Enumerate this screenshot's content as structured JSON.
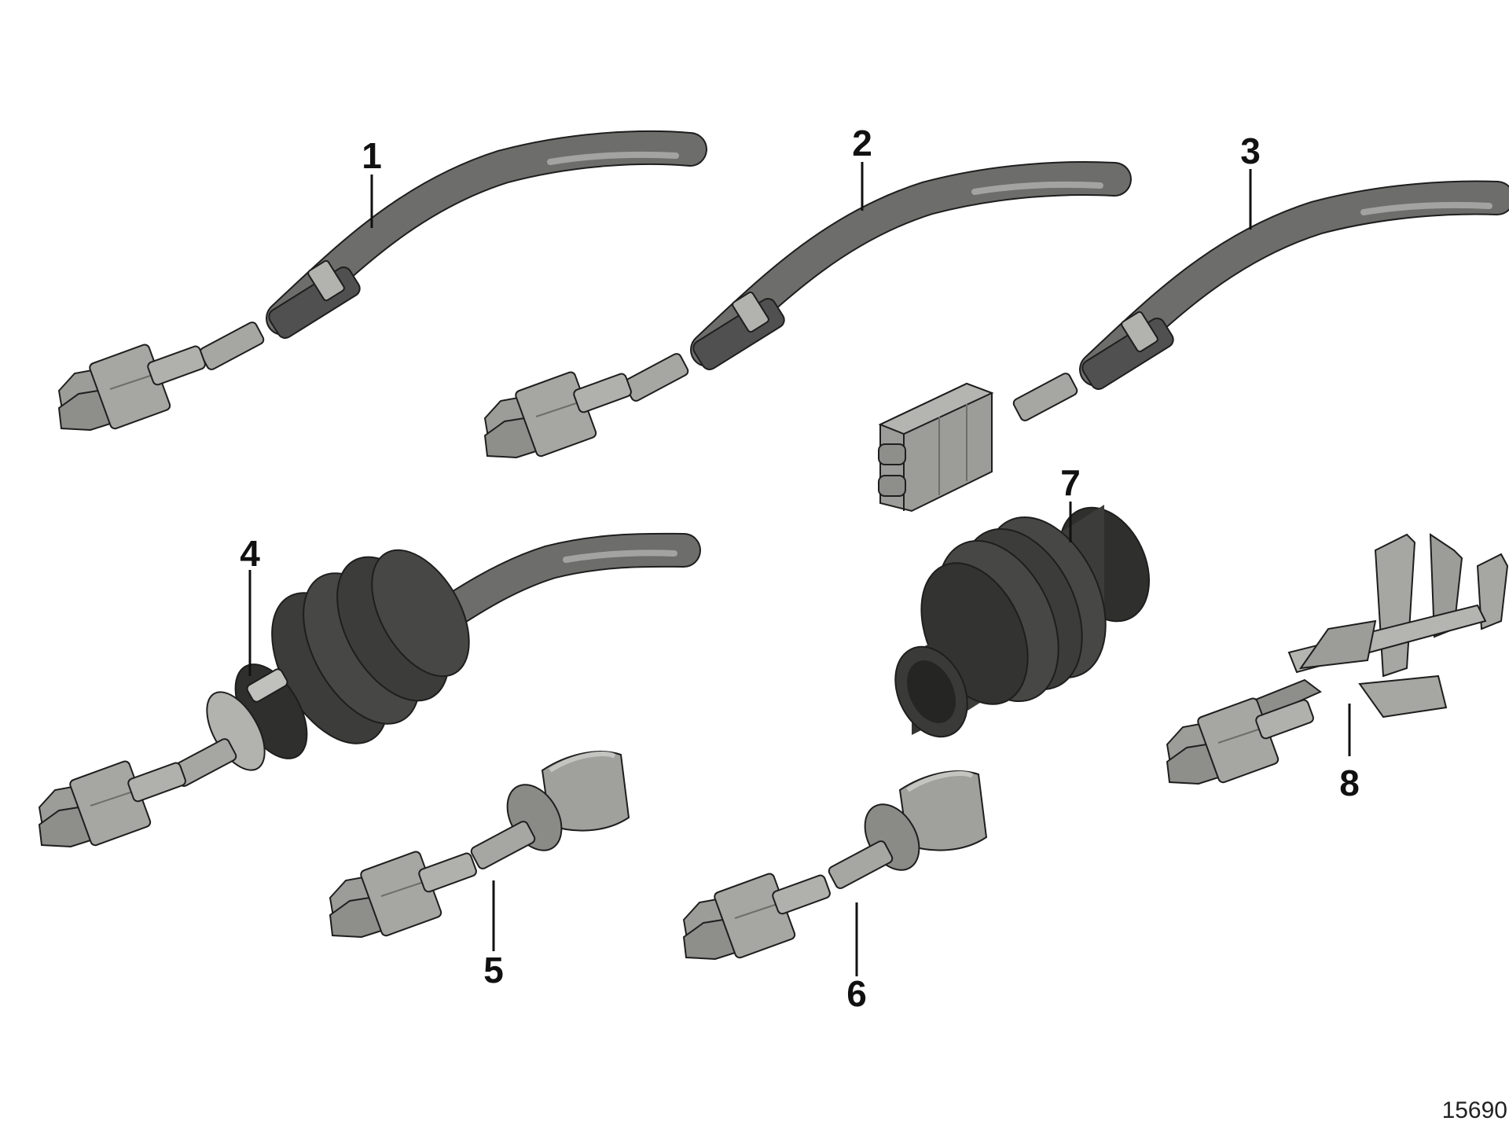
{
  "diagram": {
    "document_number": "15690",
    "parts": [
      {
        "callout": "1"
      },
      {
        "callout": "2"
      },
      {
        "callout": "3"
      },
      {
        "callout": "4"
      },
      {
        "callout": "5"
      },
      {
        "callout": "6"
      },
      {
        "callout": "7"
      },
      {
        "callout": "8"
      }
    ]
  },
  "colors": {
    "cable": "#6d6d6b",
    "cable_highlight": "#a3a3a1",
    "metal": "#9c9c98",
    "metal_dark": "#6e6e6a",
    "seal": "#3c3c3a",
    "outline": "#1e1e1e"
  }
}
